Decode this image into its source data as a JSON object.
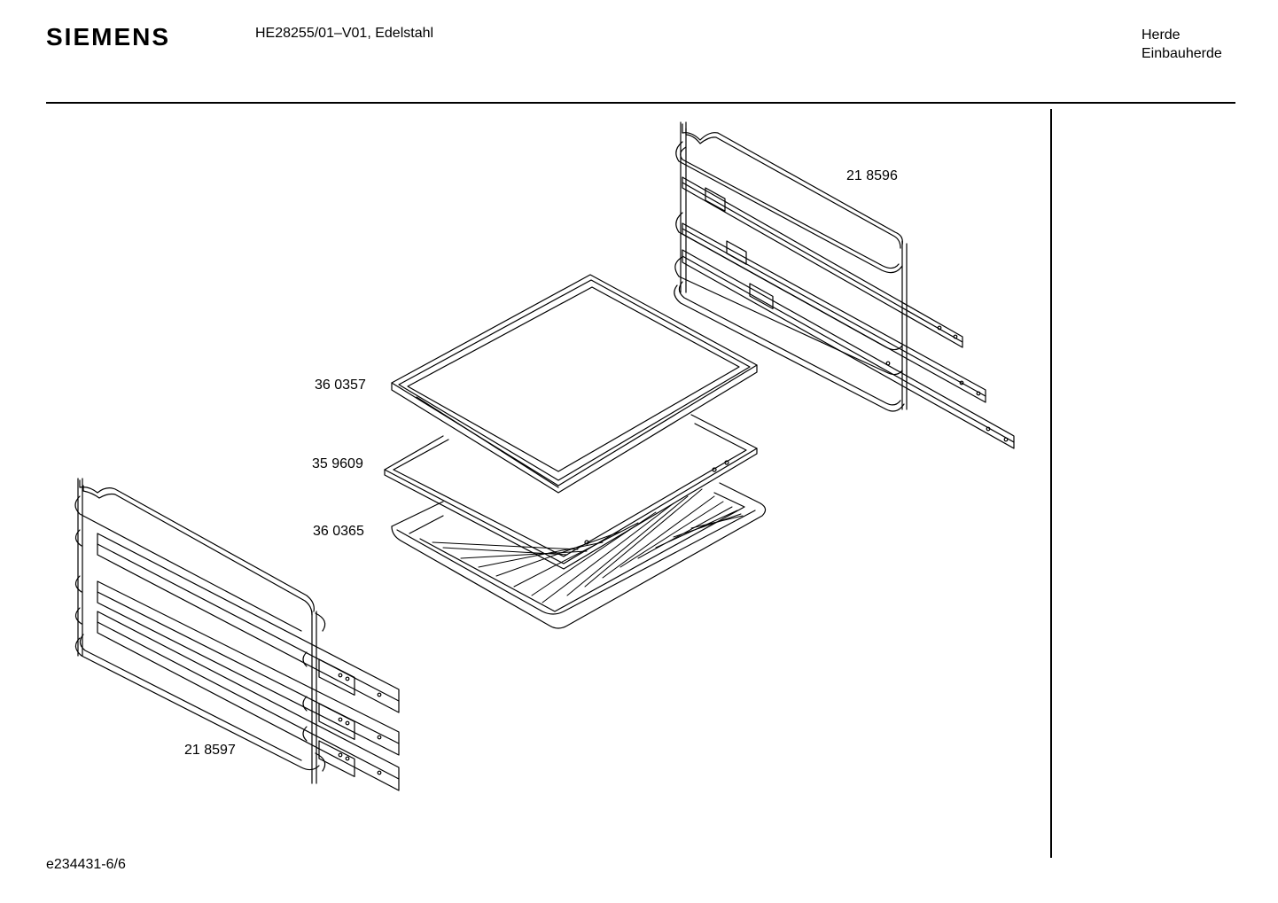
{
  "header": {
    "brand": "SIEMENS",
    "model": "HE28255/01–V01, Edelstahl",
    "category_line1": "Herde",
    "category_line2": "Einbauherde"
  },
  "parts": [
    {
      "number": "21 8596"
    },
    {
      "number": "36 0357"
    },
    {
      "number": "35 9609"
    },
    {
      "number": "36 0365"
    },
    {
      "number": "21 8597"
    }
  ],
  "footer": {
    "doc_id": "e234431-6/6"
  }
}
